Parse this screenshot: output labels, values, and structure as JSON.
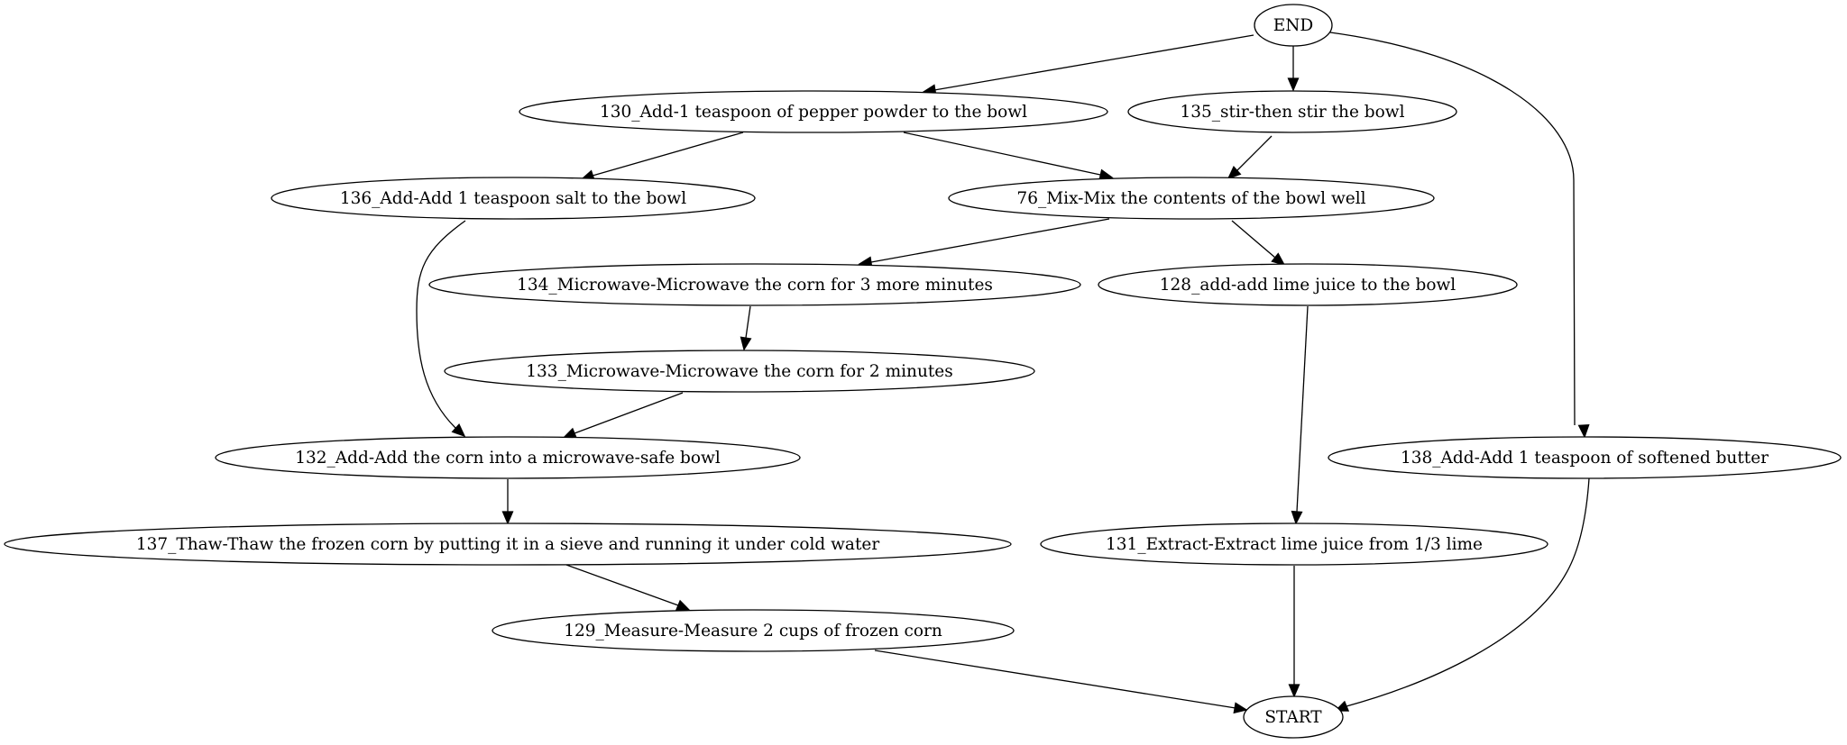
{
  "diagram": {
    "nodes": [
      {
        "id": "END",
        "label": "END"
      },
      {
        "id": "n130",
        "label": "130_Add-1 teaspoon of pepper powder to the bowl"
      },
      {
        "id": "n135",
        "label": "135_stir-then stir the bowl"
      },
      {
        "id": "n136",
        "label": "136_Add-Add 1 teaspoon salt to the bowl"
      },
      {
        "id": "n76",
        "label": "76_Mix-Mix the contents of the bowl well"
      },
      {
        "id": "n134",
        "label": "134_Microwave-Microwave the corn for 3 more minutes"
      },
      {
        "id": "n128",
        "label": "128_add-add lime juice to the bowl"
      },
      {
        "id": "n133",
        "label": "133_Microwave-Microwave the corn for 2 minutes"
      },
      {
        "id": "n132",
        "label": "132_Add-Add the corn into a microwave-safe bowl"
      },
      {
        "id": "n138",
        "label": "138_Add-Add 1 teaspoon of softened butter"
      },
      {
        "id": "n137",
        "label": "137_Thaw-Thaw the frozen corn by putting it in a sieve and running it under cold water"
      },
      {
        "id": "n131",
        "label": "131_Extract-Extract lime juice from 1/3 lime"
      },
      {
        "id": "n129",
        "label": "129_Measure-Measure 2 cups of frozen corn"
      },
      {
        "id": "START",
        "label": "START"
      }
    ],
    "edges": [
      {
        "from": "END",
        "to": "n130"
      },
      {
        "from": "END",
        "to": "n135"
      },
      {
        "from": "END",
        "to": "n138"
      },
      {
        "from": "n130",
        "to": "n136"
      },
      {
        "from": "n130",
        "to": "n76"
      },
      {
        "from": "n135",
        "to": "n76"
      },
      {
        "from": "n136",
        "to": "n132"
      },
      {
        "from": "n76",
        "to": "n134"
      },
      {
        "from": "n76",
        "to": "n128"
      },
      {
        "from": "n134",
        "to": "n133"
      },
      {
        "from": "n133",
        "to": "n132"
      },
      {
        "from": "n128",
        "to": "n131"
      },
      {
        "from": "n132",
        "to": "n137"
      },
      {
        "from": "n137",
        "to": "n129"
      },
      {
        "from": "n138",
        "to": "START"
      },
      {
        "from": "n131",
        "to": "START"
      },
      {
        "from": "n129",
        "to": "START"
      }
    ]
  }
}
